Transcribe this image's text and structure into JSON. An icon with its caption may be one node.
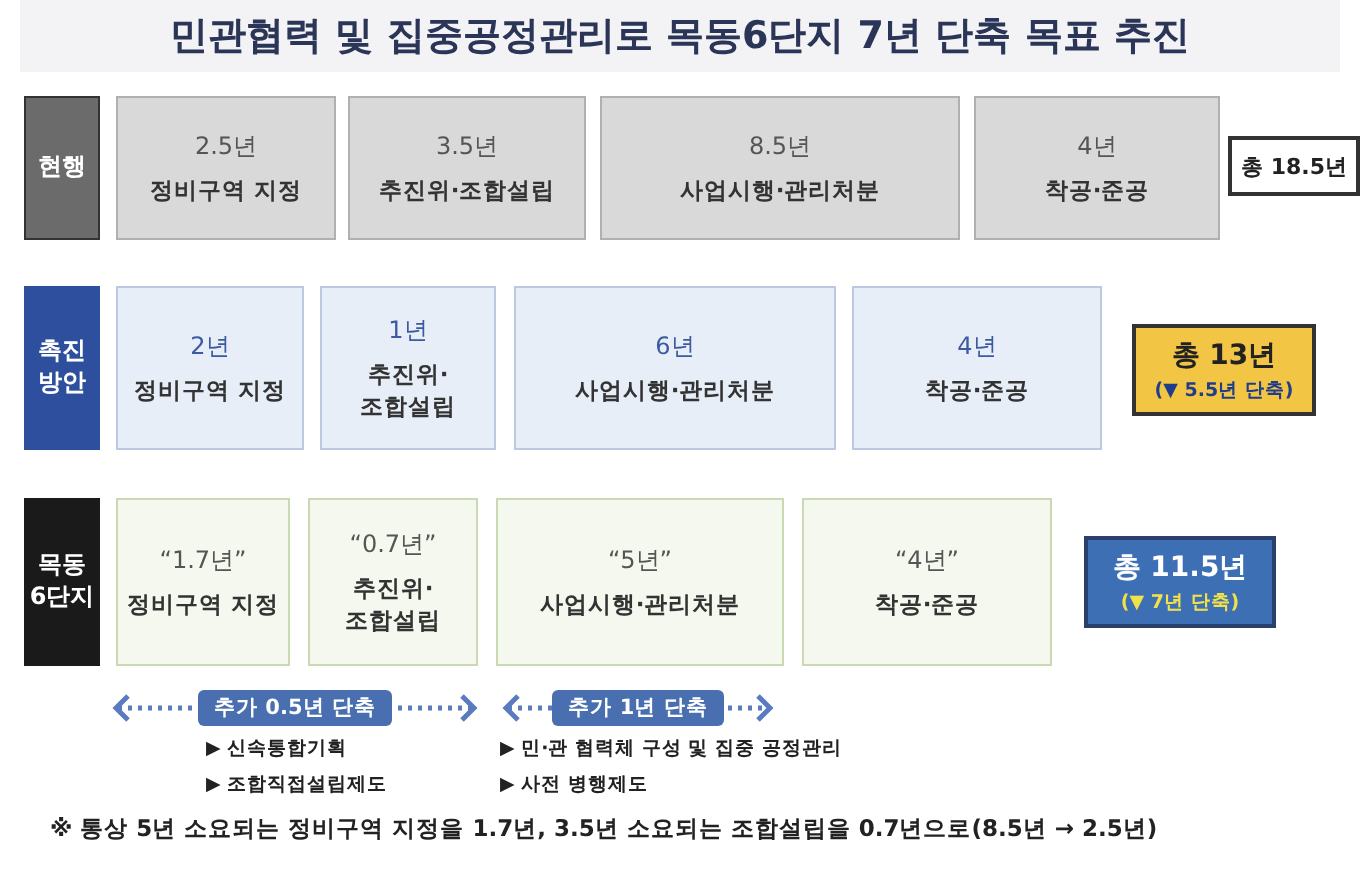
{
  "diagram": {
    "title": "민관협력 및 집중공정관리로 목동6단지 7년 단축 목표 추진",
    "nodes": [
      {
        "text": [
          "현행"
        ]
      },
      {
        "text": [
          "2.5년",
          "정비구역 지정"
        ]
      },
      {
        "text": [
          "3.5년",
          "추진위·조합설립"
        ]
      },
      {
        "text": [
          "8.5년",
          "사업시행·관리처분"
        ]
      },
      {
        "text": [
          "4년",
          "착공·준공"
        ]
      },
      {
        "text": [
          "총 18.5년"
        ]
      },
      {
        "text": [
          "촉진 방안"
        ]
      },
      {
        "text": [
          "2년",
          "정비구역 지정"
        ]
      },
      {
        "text": [
          "1년",
          "추진위· 조합설립"
        ]
      },
      {
        "text": [
          "6년",
          "사업시행·관리처분"
        ]
      },
      {
        "text": [
          "4년",
          "착공·준공"
        ]
      },
      {
        "text": [
          "총 13년",
          "(▼ 5.5년 단축)"
        ]
      },
      {
        "text": [
          "목동 6단지"
        ]
      },
      {
        "text": [
          "“1.7년”",
          "정비구역 지정"
        ]
      },
      {
        "text": [
          "“0.7년”",
          "추진위· 조합설립"
        ]
      },
      {
        "text": [
          "“5년”",
          "사업시행·관리처분"
        ]
      },
      {
        "text": [
          "“4년”",
          "착공·준공"
        ]
      },
      {
        "text": [
          "총 11.5년",
          "(▼ 7년 단축)"
        ]
      }
    ],
    "labels": [
      "추가 0.5년 단축",
      "추가 1년 단축",
      "▶ 신속통합기획",
      "▶ 조합직접설립제도",
      "▶ 민·관 협력체 구성 및 집중 공정관리",
      "▶ 사전 병행제도",
      "※ 통상 5년 소요되는 정비구역 지정을 1.7년, 3.5년 소요되는 조합설립을 0.7년으로(8.5년 → 2.5년)"
    ]
  }
}
